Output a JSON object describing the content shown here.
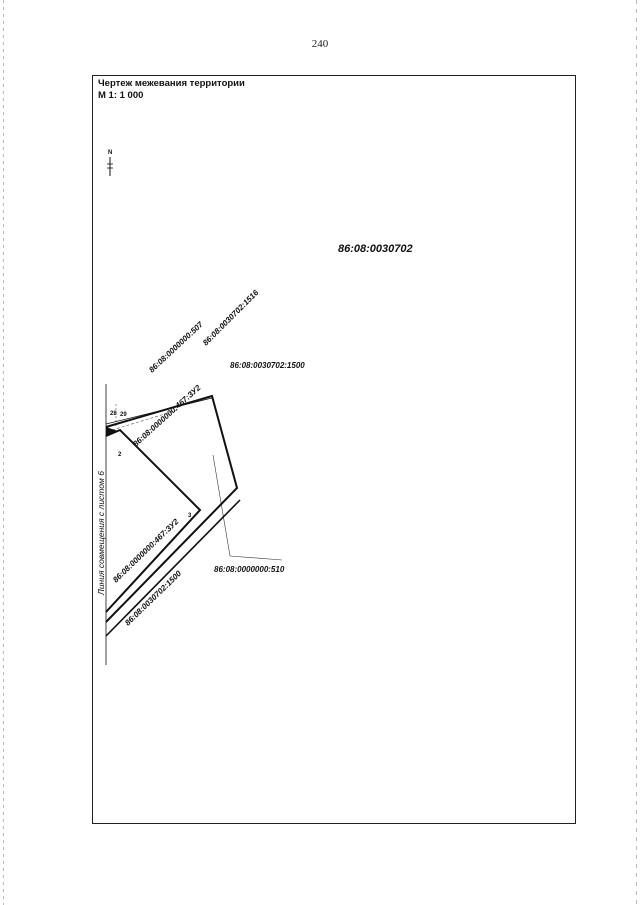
{
  "page": {
    "number": "240"
  },
  "header": {
    "title": "Чертеж межевания территории",
    "scale": "М 1: 1 000"
  },
  "north_arrow": {
    "label": "N"
  },
  "labels": {
    "block": "86:08:0030702",
    "parcel_507": "86:08:0000000:507",
    "parcel_1516": "86:08:0030702:1516",
    "parcel_1500_top": "86:08:0030702:1500",
    "zu2_top": "86:08:0000000:467:ЗУ2",
    "zu2_bottom": "86:08:0000000:467:ЗУ2",
    "parcel_1500_bottom": "86:08:0030702:1500",
    "parcel_510": "86:08:0000000:510",
    "match_line": "Линия совмещения с листом 6"
  },
  "points": {
    "p28": "28",
    "p29": "29",
    "p2": "2",
    "p3": "3"
  }
}
